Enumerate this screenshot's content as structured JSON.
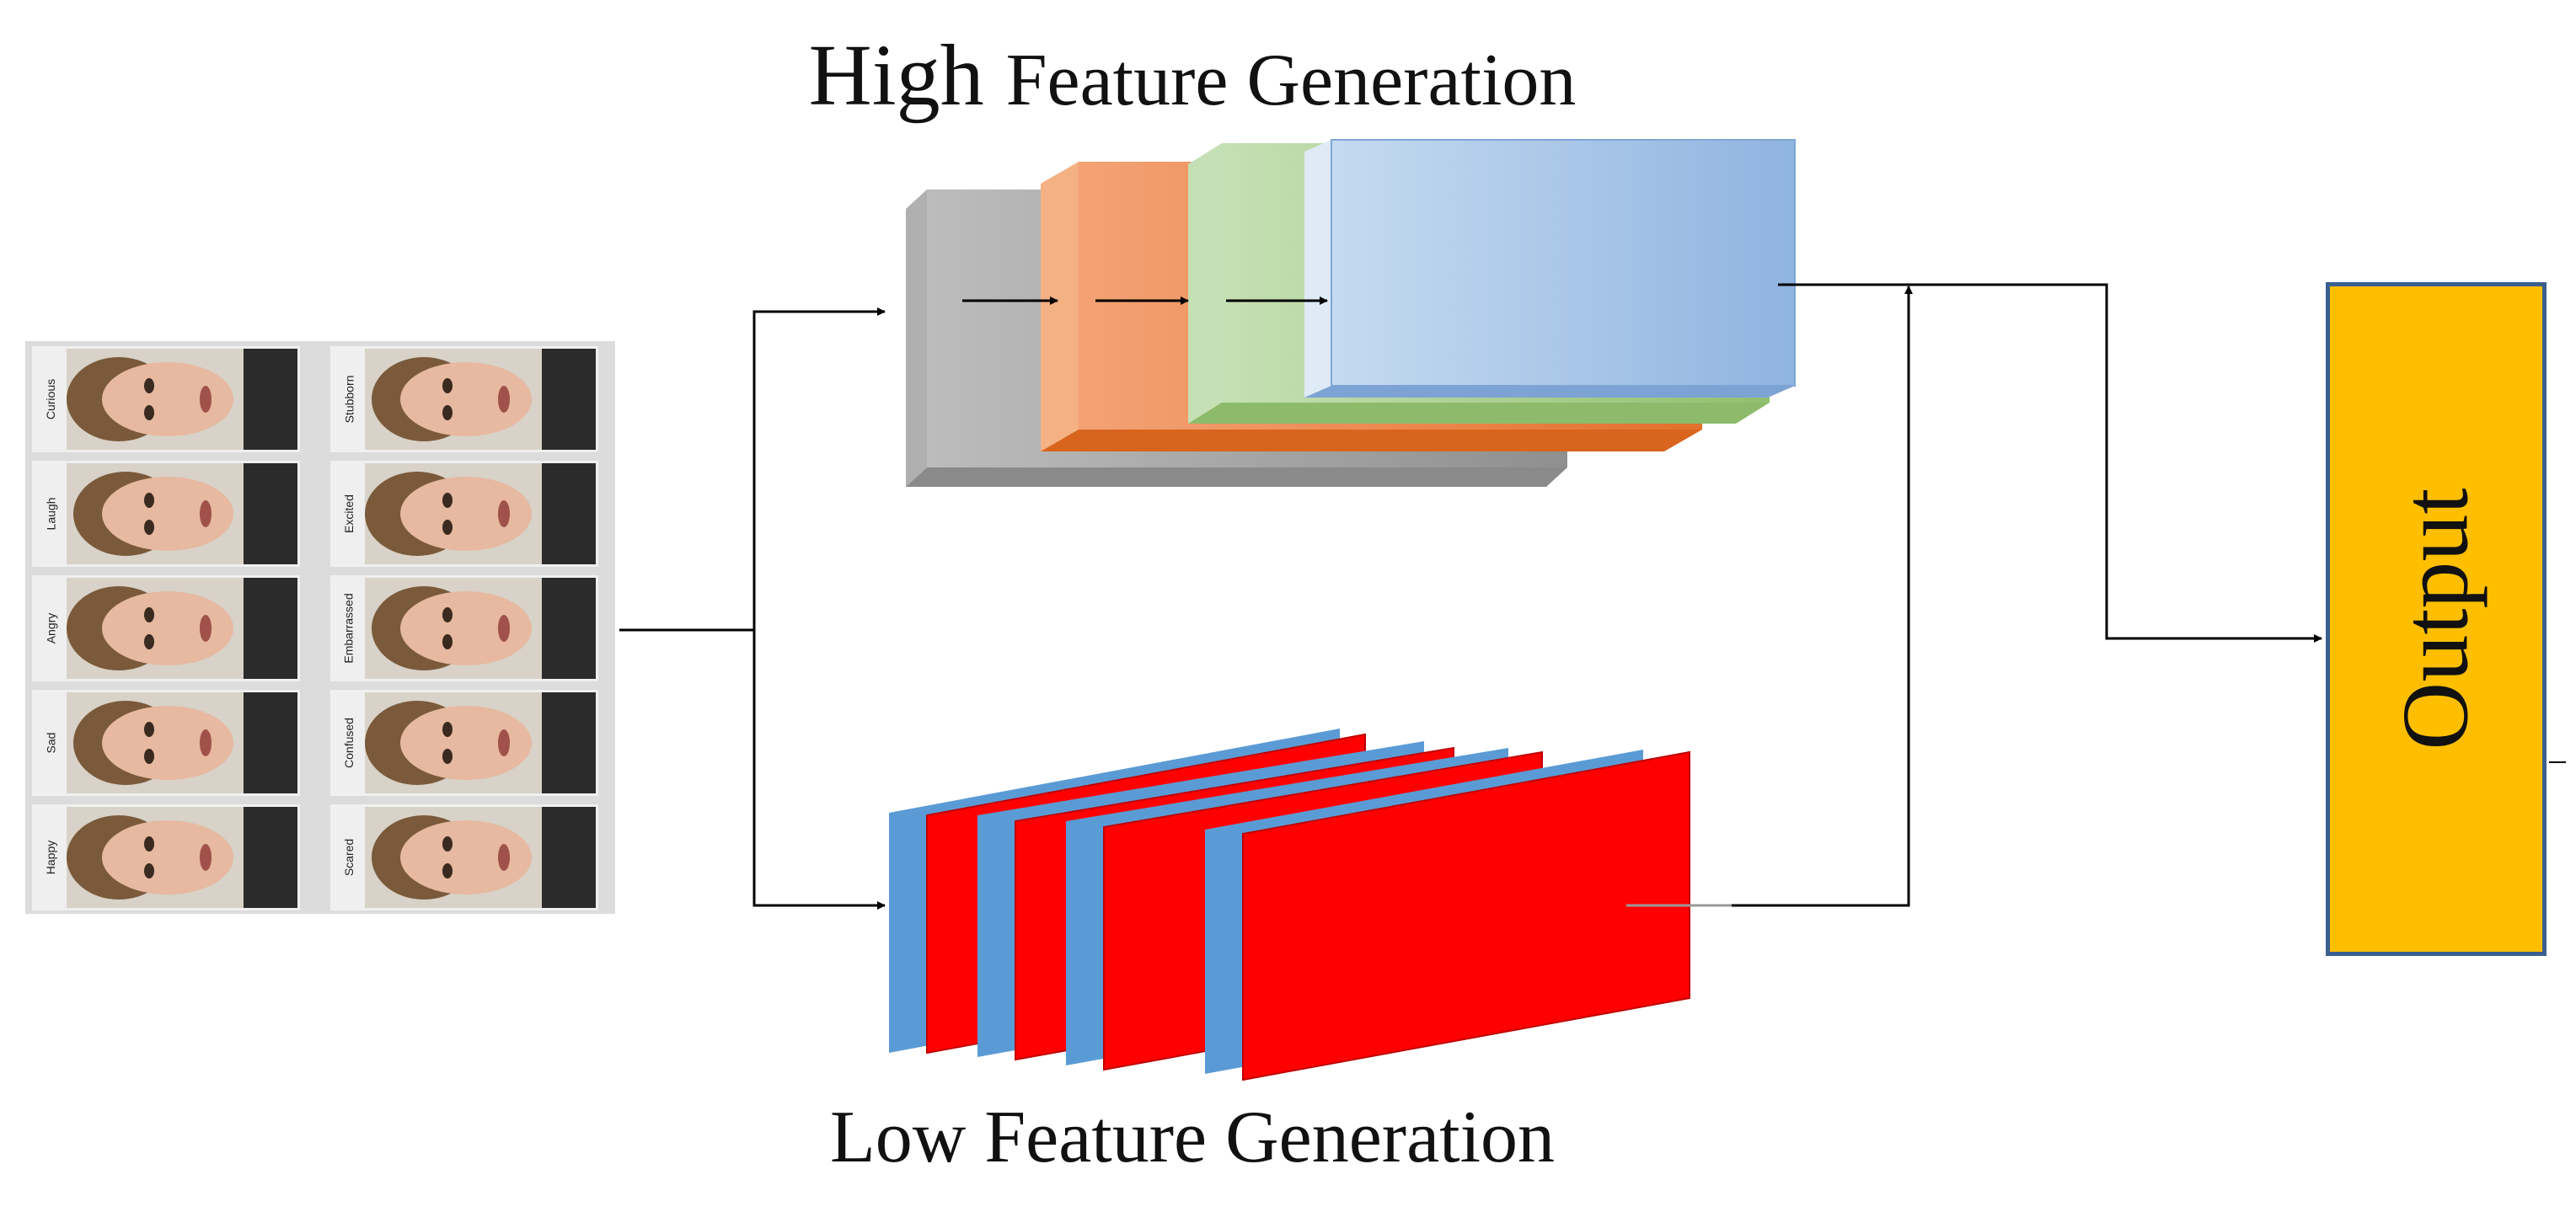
{
  "diagram": {
    "title_high_prefix": "High ",
    "title_high_rest": "Feature Generation",
    "title_low": "Low Feature Generation",
    "output_label": "Output",
    "face_labels": [
      [
        "Curious",
        "Stubborn"
      ],
      [
        "Laugh",
        "Excited"
      ],
      [
        "Angry",
        "Embarrassed"
      ],
      [
        "Sad",
        "Confused"
      ],
      [
        "Happy",
        "Scared"
      ]
    ],
    "colors": {
      "gray_block": "#a6a6a6",
      "orange_block": "#ed7d31",
      "green_block": "#a9d18e",
      "blue_block": "#9dc3e6",
      "red_slab": "#ff0000",
      "blue_slab": "#5b9bd5",
      "output_fill": "#ffbf00",
      "output_border": "#3a5f8f"
    }
  }
}
